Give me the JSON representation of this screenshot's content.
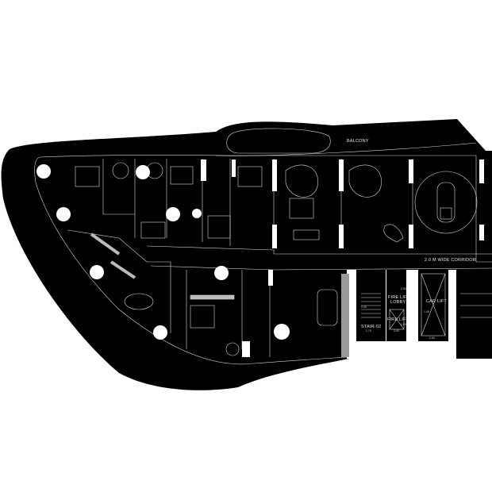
{
  "plan": {
    "labels": {
      "balcony": "BALCONY",
      "corridor": "2.0 M WIDE CORRIDOR",
      "fire_lift_lobby_1": "FIRE LIFT",
      "fire_lift_lobby_2": "LOBBY",
      "fire_lift": "FIRE LIFT",
      "car_lift": "CAR LIFT",
      "stair": "STAIR-02"
    },
    "dimensions": {
      "stair_width": "2.70",
      "stair_length": "2.40",
      "lobby_height": "2.90",
      "fire_lift_width": "2.40",
      "fire_lift_depth": "1.50",
      "car_lift_width": "2.60",
      "car_lift_length": "1.45"
    }
  }
}
